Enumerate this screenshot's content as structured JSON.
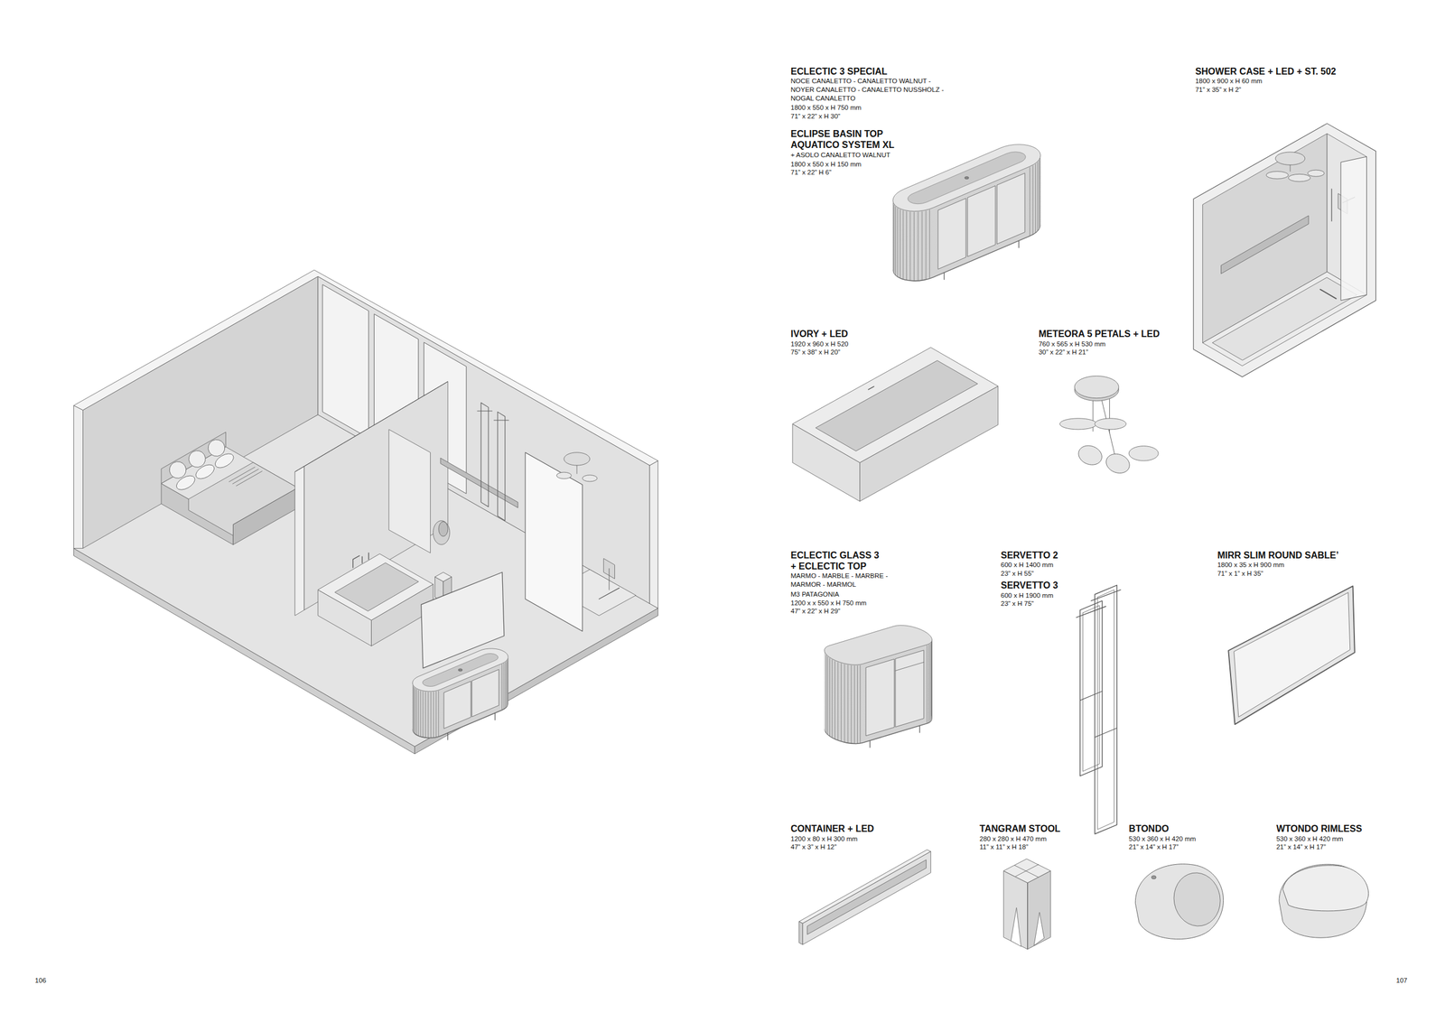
{
  "diagram": {
    "labels": [
      "ECLECTIC 3 SPECIAL",
      "NOCE CANALETTO - CANALETTO WALNUT - NOYER CANALETTO - CANALETTO NUSSHOLZ - NOGAL CANALETTO",
      "1800 x 550 x H 750 mm",
      "71” x 22” x H 30”",
      "ECLIPSE BASIN TOP AQUATICO SYSTEM XL",
      "+ ASOLO CANALETTO WALNUT",
      "1800 x 550 x H 150 mm",
      "71” x 22” H 6”",
      "SHOWER CASE + LED + ST. 502",
      "1800 x 900 x H 60 mm",
      "71” x 35” x H 2”",
      "IVORY + LED",
      "1920 x 960 x H 520",
      "75” x 38” x H 20”",
      "METEORA 5 PETALS + LED",
      "760 x 565 x H 530 mm",
      "30” x 22” x H 21”",
      "ECLECTIC GLASS 3 + ECLECTIC TOP",
      "MARMO - MARBLE - MARBRE - MARMOR - MARMOL",
      "M3 PATAGONIA",
      "1200 x x 550 x H 750 mm",
      "47” x 22” x H 29”",
      "SERVETTO 2",
      "600 x H 1400 mm",
      "23” x H 55”",
      "SERVETTO 3",
      "600 x H 1900 mm",
      "23” x H 75”",
      "MIRR SLIM ROUND SABLE’",
      "1800 x 35 x H 900 mm",
      "71” x 1” x H 35”",
      "CONTAINER + LED",
      "1200 x 80 x H 300 mm",
      "47” x 3” x H 12”",
      "TANGRAM STOOL",
      "280 x 280 x H 470 mm",
      "11” x 11” x H 18”",
      "BTONDO",
      "530 x 360 x H 420 mm",
      "21” x 14” x H 17”",
      "WTONDO RIMLESS",
      "530 x 360 x H 420 mm",
      "21” x 14” x H 17”",
      "106",
      "107"
    ]
  }
}
